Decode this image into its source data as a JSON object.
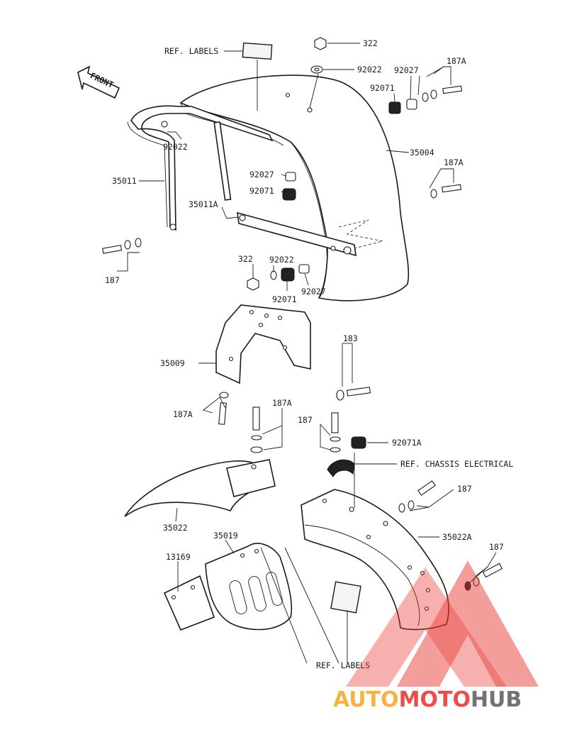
{
  "callouts": {
    "ref_labels_top": "REF. LABELS",
    "p322_top": "322",
    "p92022_top": "92022",
    "p92027_top": "92027",
    "p187A_top": "187A",
    "p92071_top": "92071",
    "p92022_left": "92022",
    "p35004": "35004",
    "p187A_right": "187A",
    "p35011": "35011",
    "p92027_mid": "92027",
    "p92071_mid": "92071",
    "p35011A": "35011A",
    "p187_left": "187",
    "p322_mid": "322",
    "p92022_mid": "92022",
    "p92071_low": "92071",
    "p92027_low": "92027",
    "p183": "183",
    "p35009": "35009",
    "p187A_left": "187A",
    "p187A_center": "187A",
    "p187_center": "187",
    "p92071A": "92071A",
    "ref_chassis": "REF. CHASSIS ELECTRICAL",
    "p187_right1": "187",
    "p35022": "35022",
    "p35019": "35019",
    "p35022A": "35022A",
    "p13169": "13169",
    "p187_right2": "187",
    "ref_labels_bottom": "REF. LABELS"
  },
  "front_arrow": "FRONT",
  "watermark": {
    "part1": "AUTO",
    "part2": "MOTO",
    "part3": "HUB",
    "color_orange": "#f5a623",
    "color_red": "#e8302a",
    "color_gray": "#5a5a5a",
    "triangle_color": "#e8302a"
  }
}
